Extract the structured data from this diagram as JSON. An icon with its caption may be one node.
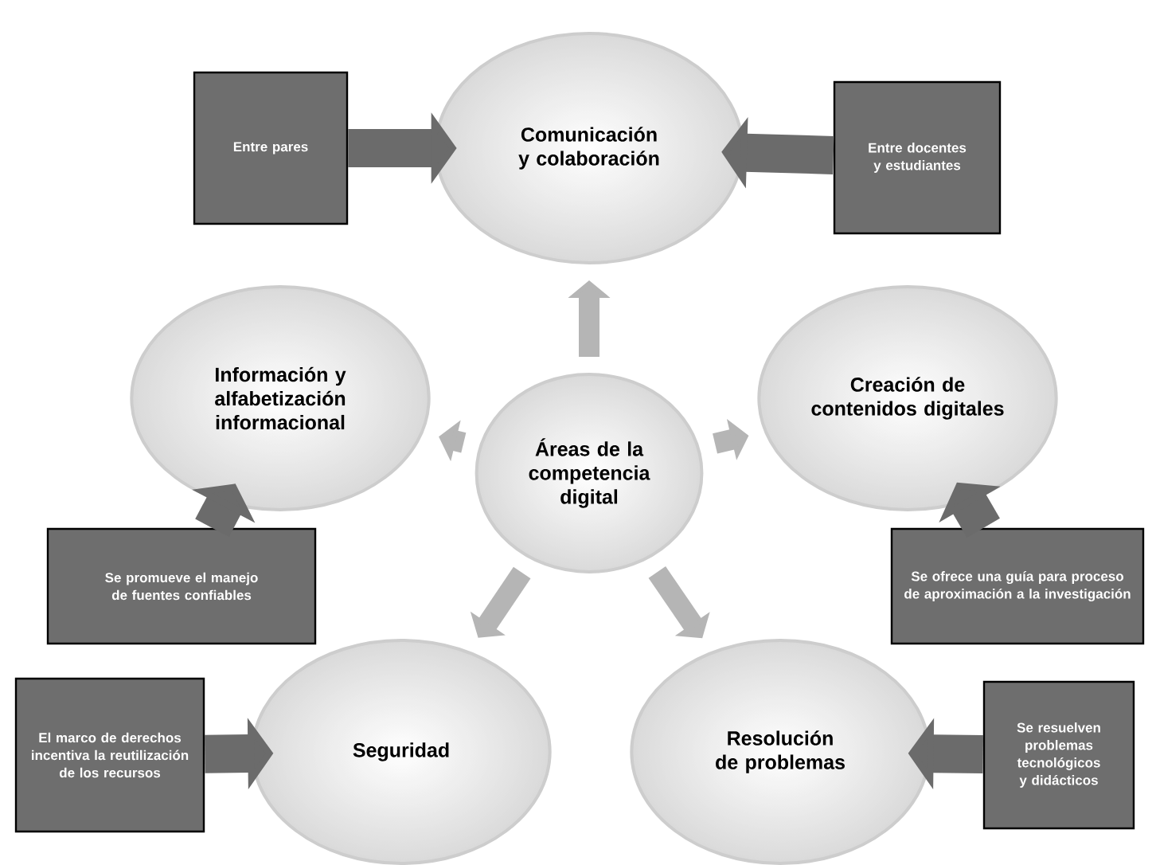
{
  "diagram": {
    "nodes": [
      {
        "text": [
          "Áreas de la competencia digital"
        ]
      },
      {
        "text": [
          "Comunicación y colaboración"
        ]
      },
      {
        "text": [
          "Información y alfabetización informacional"
        ]
      },
      {
        "text": [
          "Creación de contenidos digitales"
        ]
      },
      {
        "text": [
          "Seguridad"
        ]
      },
      {
        "text": [
          "Resolución de problemas"
        ]
      },
      {
        "text": [
          "Entre pares"
        ]
      },
      {
        "text": [
          "Entre docentes y estudiantes"
        ]
      },
      {
        "text": [
          "Se promueve el manejo de fuentes confiables"
        ]
      },
      {
        "text": [
          "Se ofrece una guía para proceso de aproximación a la investigación"
        ]
      },
      {
        "text": [
          "El marco de derechos incentiva la reutilización de los recursos"
        ]
      },
      {
        "text": [
          "Se resuelven problemas tecnológicos y didácticos"
        ]
      }
    ],
    "edges": [
      {
        "from": 0,
        "to": 1,
        "arrow": "to",
        "color": "#b5b5b5"
      },
      {
        "from": 0,
        "to": 2,
        "arrow": "to",
        "color": "#b5b5b5"
      },
      {
        "from": 0,
        "to": 3,
        "arrow": "to",
        "color": "#b5b5b5"
      },
      {
        "from": 0,
        "to": 4,
        "arrow": "to",
        "color": "#b5b5b5"
      },
      {
        "from": 0,
        "to": 5,
        "arrow": "to",
        "color": "#b5b5b5"
      },
      {
        "from": 6,
        "to": 1,
        "arrow": "to",
        "color": "#6b6b6b"
      },
      {
        "from": 7,
        "to": 1,
        "arrow": "to",
        "color": "#6b6b6b"
      },
      {
        "from": 8,
        "to": 2,
        "arrow": "to",
        "color": "#6b6b6b"
      },
      {
        "from": 9,
        "to": 3,
        "arrow": "to",
        "color": "#6b6b6b"
      },
      {
        "from": 10,
        "to": 4,
        "arrow": "to",
        "color": "#6b6b6b"
      },
      {
        "from": 11,
        "to": 5,
        "arrow": "to",
        "color": "#6b6b6b"
      }
    ]
  }
}
